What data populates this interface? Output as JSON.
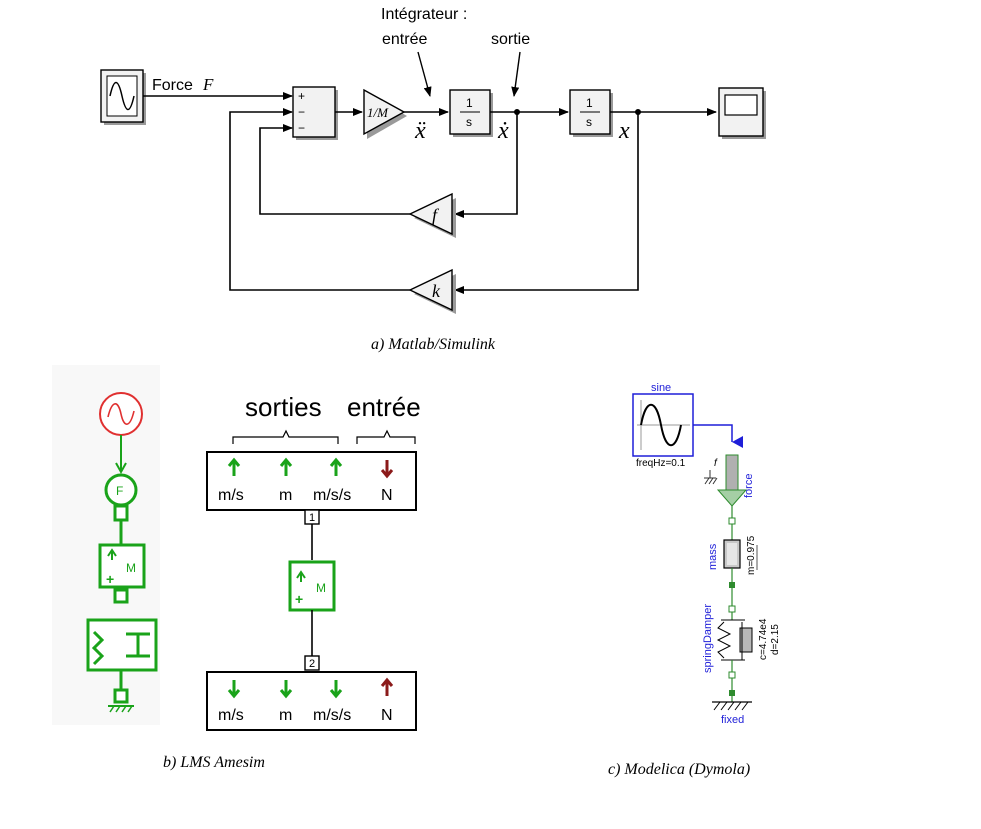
{
  "simulink": {
    "integrator_title": "Intégrateur :",
    "integrator_in": "entrée",
    "integrator_out": "sortie",
    "force_label": "Force",
    "force_symbol": "F",
    "sum_signs": [
      "+",
      "−",
      "−"
    ],
    "gain_mass": "1/M",
    "integrator_num": "1",
    "integrator_den": "s",
    "x_ddot": "ẍ",
    "x_dot": "ẋ",
    "x": "x",
    "gain_f": "f",
    "gain_k": "k",
    "caption": "a) Matlab/Simulink"
  },
  "amesim": {
    "outputs_label": "sorties",
    "input_label": "entrée",
    "top_ports": [
      "m/s",
      "m",
      "m/s/s",
      "N"
    ],
    "bottom_ports": [
      "m/s",
      "m",
      "m/s/s",
      "N"
    ],
    "port1": "1",
    "port2": "2",
    "force_icon": "F",
    "mass_icon": "M",
    "caption": "b) LMS Amesim"
  },
  "modelica": {
    "sine": "sine",
    "freq": "freqHz=0.1",
    "force": "force",
    "force_f": "f",
    "mass": "mass",
    "mass_param": "m=0.975",
    "spring_damper": "springDamper",
    "c_param": "c=4.74e4",
    "d_param": "d=2.15",
    "fixed": "fixed",
    "caption": "c) Modelica (Dymola)"
  },
  "colors": {
    "amesim_green": "#1aa31a",
    "amesim_red": "#e03030",
    "arrow_dark_red": "#8b1a1a",
    "modelica_blue": "#1f1fd8",
    "modelica_gray": "#b0b0b0",
    "modelica_green": "#2e8b2e"
  }
}
